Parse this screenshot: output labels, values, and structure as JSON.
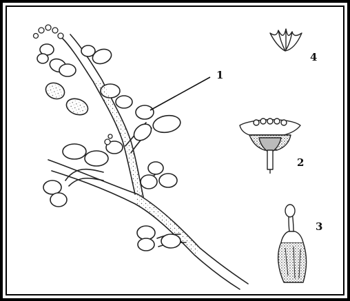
{
  "labels": {
    "branch": "1",
    "flower_open": "2",
    "pistil": "3",
    "bud": "4"
  }
}
